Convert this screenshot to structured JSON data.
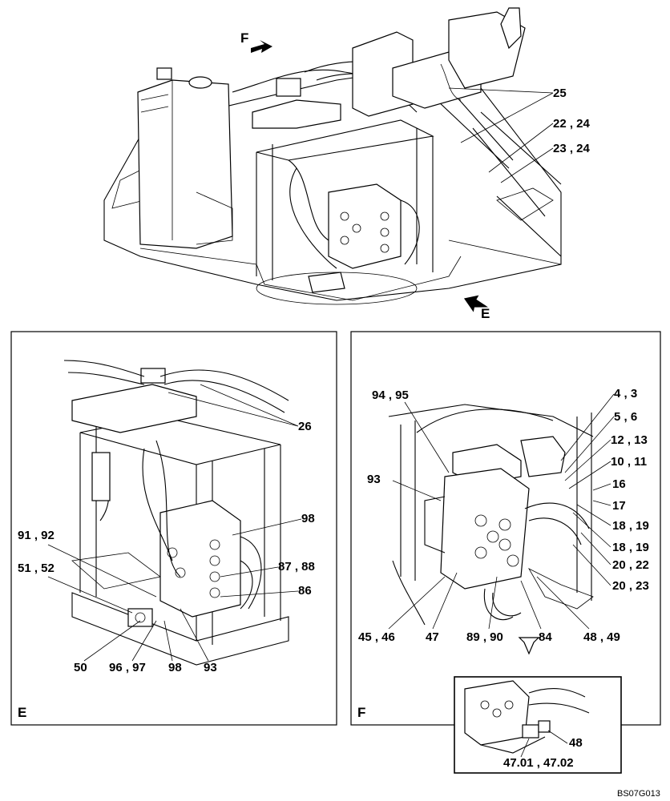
{
  "main_view": {
    "view_arrows": [
      "F",
      "E"
    ],
    "callouts": [
      "25",
      "22 , 24",
      "23 , 24"
    ]
  },
  "panel_e": {
    "letter": "E",
    "callouts": [
      "26",
      "98",
      "91 , 92",
      "51 , 52",
      "87 , 88",
      "86",
      "50",
      "96 , 97",
      "98",
      "93"
    ]
  },
  "panel_f": {
    "letter": "F",
    "callouts": [
      "94 , 95",
      "4 , 3",
      "5 , 6",
      "12 , 13",
      "10 , 11",
      "93",
      "16",
      "17",
      "18 , 19",
      "18 , 19",
      "20 , 22",
      "20 , 23",
      "45 , 46",
      "47",
      "89 , 90",
      "84",
      "48 , 49"
    ],
    "inset_callouts": [
      "48",
      "47.01  ,  47.02"
    ]
  },
  "drawing_code": "BS07G013"
}
